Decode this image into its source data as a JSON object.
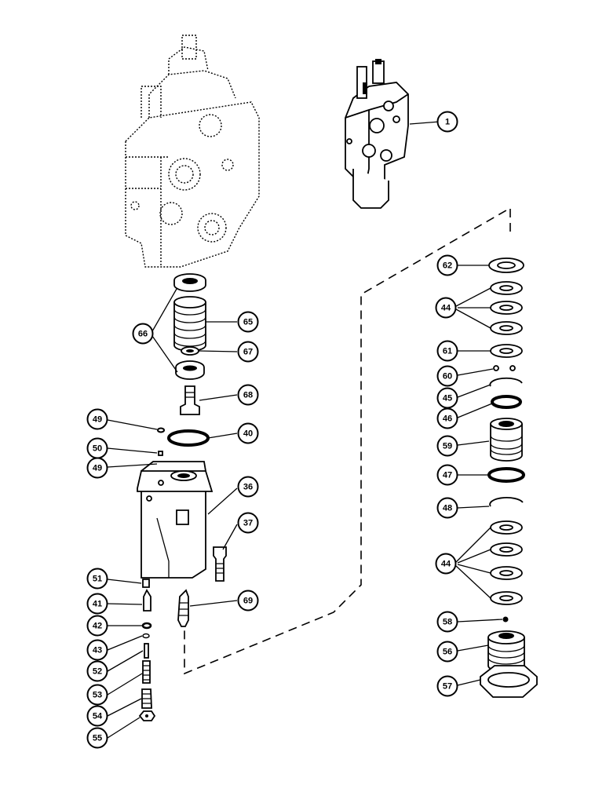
{
  "callouts": [
    {
      "id": "c1",
      "label": "1"
    },
    {
      "id": "c62",
      "label": "62"
    },
    {
      "id": "c44a",
      "label": "44"
    },
    {
      "id": "c61",
      "label": "61"
    },
    {
      "id": "c60",
      "label": "60"
    },
    {
      "id": "c45",
      "label": "45"
    },
    {
      "id": "c46",
      "label": "46"
    },
    {
      "id": "c59",
      "label": "59"
    },
    {
      "id": "c47",
      "label": "47"
    },
    {
      "id": "c48",
      "label": "48"
    },
    {
      "id": "c44b",
      "label": "44"
    },
    {
      "id": "c58",
      "label": "58"
    },
    {
      "id": "c56",
      "label": "56"
    },
    {
      "id": "c57",
      "label": "57"
    },
    {
      "id": "c66",
      "label": "66"
    },
    {
      "id": "c65",
      "label": "65"
    },
    {
      "id": "c67",
      "label": "67"
    },
    {
      "id": "c68",
      "label": "68"
    },
    {
      "id": "c49a",
      "label": "49"
    },
    {
      "id": "c40",
      "label": "40"
    },
    {
      "id": "c50",
      "label": "50"
    },
    {
      "id": "c49b",
      "label": "49"
    },
    {
      "id": "c36",
      "label": "36"
    },
    {
      "id": "c37",
      "label": "37"
    },
    {
      "id": "c51",
      "label": "51"
    },
    {
      "id": "c41",
      "label": "41"
    },
    {
      "id": "c69",
      "label": "69"
    },
    {
      "id": "c42",
      "label": "42"
    },
    {
      "id": "c43",
      "label": "43"
    },
    {
      "id": "c52",
      "label": "52"
    },
    {
      "id": "c53",
      "label": "53"
    },
    {
      "id": "c54",
      "label": "54"
    },
    {
      "id": "c55",
      "label": "55"
    }
  ]
}
